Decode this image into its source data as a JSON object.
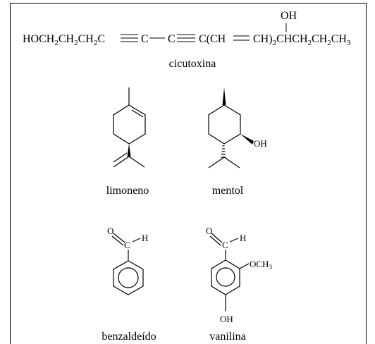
{
  "cicutoxina": {
    "name": "cicutoxina",
    "oh_label": "OH",
    "formula": {
      "part1": "HOCH",
      "sub1": "2",
      "part2": "CH",
      "sub2": "2",
      "part3": "CH",
      "sub3": "2",
      "part4": "C",
      "part5": "C",
      "part6": "C",
      "part7": "C(CH",
      "part8": "CH)",
      "sub8": "2",
      "part9": "CHCH",
      "sub9a": "2",
      "part10": "CH",
      "sub10": "2",
      "part11": "CH",
      "sub11": "3"
    }
  },
  "limoneno": {
    "name": "limoneno"
  },
  "mentol": {
    "name": "mentol",
    "oh_label": "OH"
  },
  "benzaldeido": {
    "name": "benzaldeído",
    "o_label": "O",
    "c_label": "C",
    "h_label": "H"
  },
  "vanilina": {
    "name": "vanilina",
    "o_label": "O",
    "c_label": "C",
    "h_label": "H",
    "och3_label": "OCH",
    "och3_sub": "3",
    "oh_label": "OH"
  }
}
